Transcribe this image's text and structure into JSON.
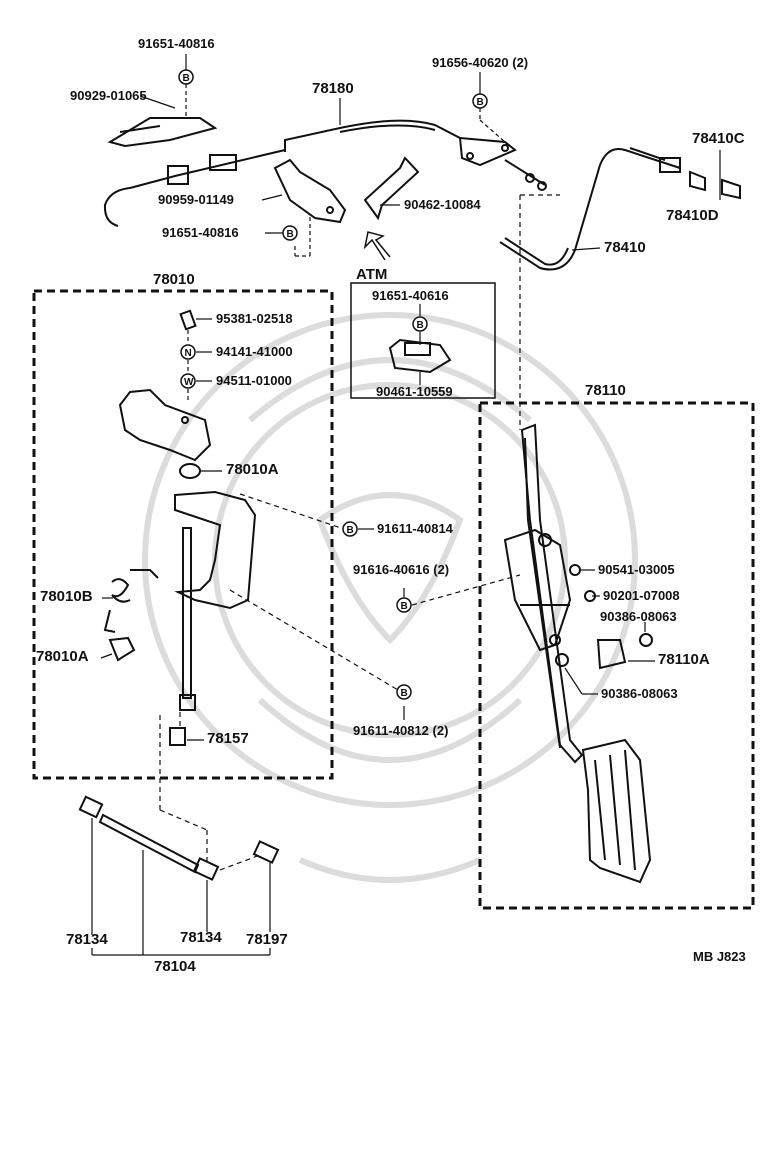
{
  "diagram_code": "MB J823",
  "atm_box_title": "ATM",
  "groups": {
    "pedal_bracket": "78010",
    "pedal_arm": "78110",
    "shaft_set": "78104"
  },
  "labels": {
    "p_91651_40816_top": "91651-40816",
    "p_90929_01065": "90929-01065",
    "p_78180": "78180",
    "p_91656_40620": "91656-40620 (2)",
    "p_78410C": "78410C",
    "p_78410D": "78410D",
    "p_90959_01149": "90959-01149",
    "p_90462_10084": "90462-10084",
    "p_91651_40816_mid": "91651-40816",
    "p_78410": "78410",
    "p_91651_40616": "91651-40616",
    "p_90461_10559": "90461-10559",
    "p_95381_02518": "95381-02518",
    "p_94141_41000": "94141-41000",
    "p_94511_01000": "94511-01000",
    "p_78010A_top": "78010A",
    "p_91611_40814": "91611-40814",
    "p_91616_40616": "91616-40616 (2)",
    "p_78010B": "78010B",
    "p_78010A_bot": "78010A",
    "p_91611_40812": "91611-40812 (2)",
    "p_78157": "78157",
    "p_90541_03005": "90541-03005",
    "p_90201_07008": "90201-07008",
    "p_90386_08063_a": "90386-08063",
    "p_78110A": "78110A",
    "p_90386_08063_b": "90386-08063",
    "p_78134_left": "78134",
    "p_78134_right": "78134",
    "p_78197": "78197"
  },
  "markers": {
    "bolt": "B",
    "nut": "N",
    "washer": "W"
  },
  "colors": {
    "ink": "#111111",
    "watermark": "#d8d8d8"
  }
}
